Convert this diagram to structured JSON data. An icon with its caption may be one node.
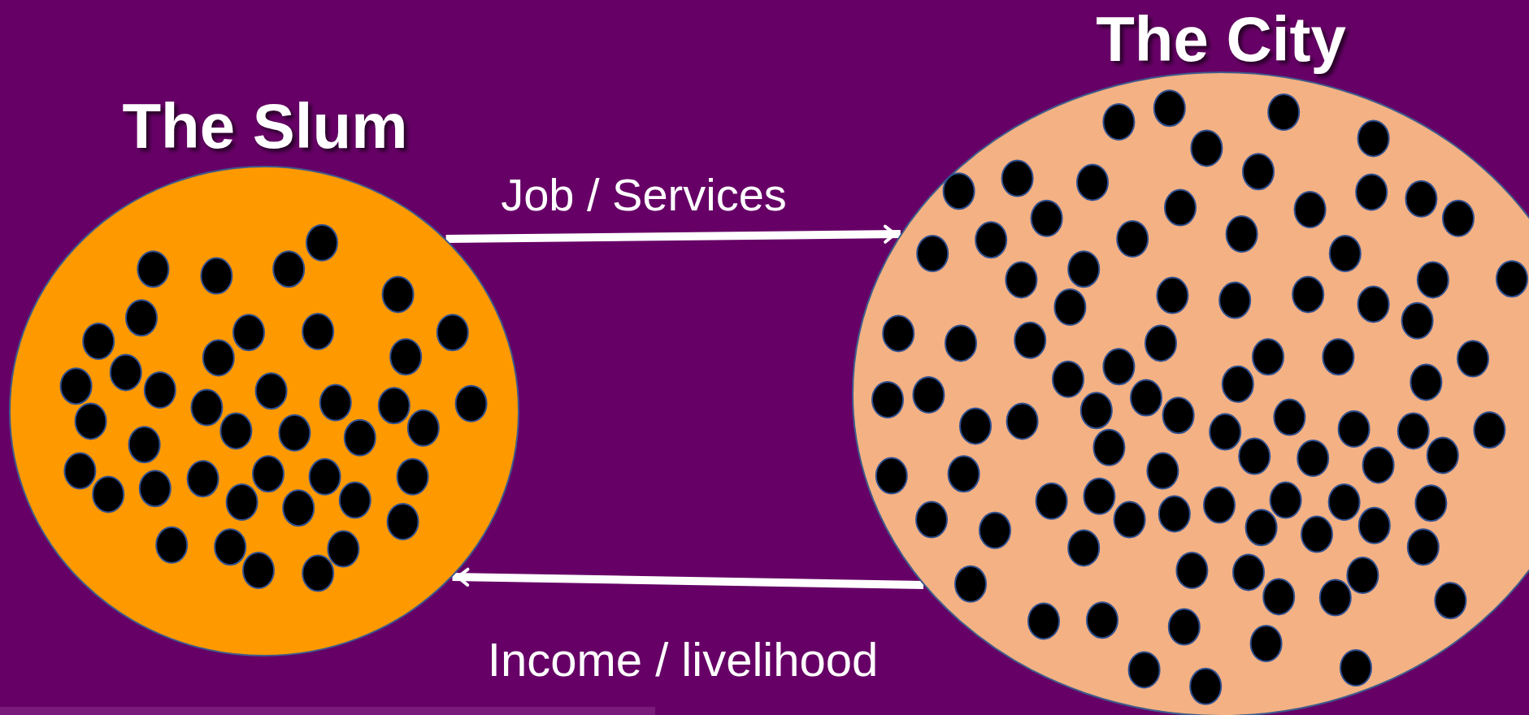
{
  "diagram": {
    "nodes": [
      {
        "text": [
          "The Slum"
        ]
      },
      {
        "text": [
          "The City"
        ]
      }
    ],
    "edges": [
      {
        "from": 0,
        "to": 1,
        "arrow": "to",
        "label": "Job / Services"
      },
      {
        "from": 1,
        "to": 0,
        "arrow": "to",
        "label": "Income / livelihood"
      }
    ]
  }
}
